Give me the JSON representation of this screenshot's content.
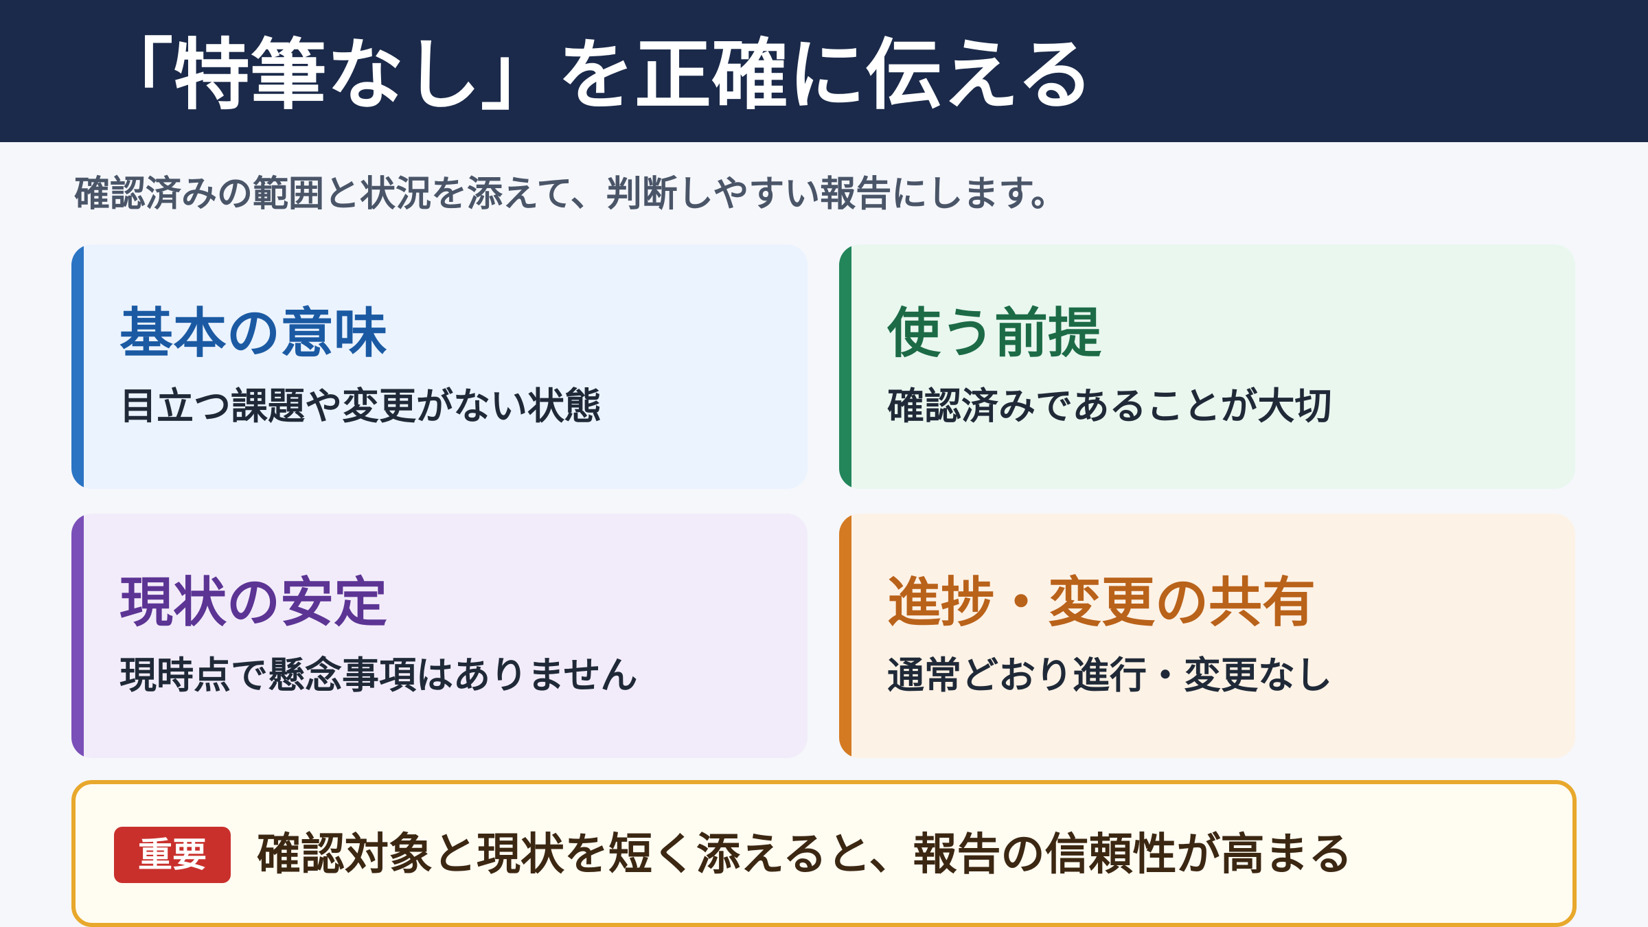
{
  "header": {
    "title": "「特筆なし」を正確に伝える"
  },
  "subtitle": "確認済みの範囲と状況を添えて、判断しやすい報告にします。",
  "cards": [
    {
      "title": "基本の意味",
      "text": "目立つ課題や変更がない状態",
      "accent": "#2b74c4",
      "bg": "#ebf3fe",
      "title_color": "#1b5aa3"
    },
    {
      "title": "使う前提",
      "text": "確認済みであることが大切",
      "accent": "#23855a",
      "bg": "#e9f7ef",
      "title_color": "#1c6b46"
    },
    {
      "title": "現状の安定",
      "text": "現時点で懸念事項はありません",
      "accent": "#7b4fb8",
      "bg": "#f2ecfa",
      "title_color": "#5c3494"
    },
    {
      "title": "進捗・変更の共有",
      "text": "通常どおり進行・変更なし",
      "accent": "#d47a22",
      "bg": "#fdf2e6",
      "title_color": "#b9621a"
    }
  ],
  "note": {
    "badge": "重要",
    "text": "確認対象と現状を短く添えると、報告の信頼性が高まる",
    "border_color": "#e8a82c",
    "badge_color": "#c9302c"
  }
}
